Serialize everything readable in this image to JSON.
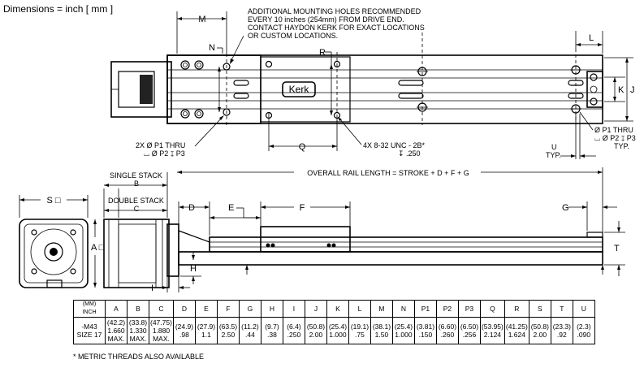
{
  "header": {
    "dimensions_note": "Dimensions = inch [ mm ]"
  },
  "callouts": {
    "mounting_holes": [
      "ADDITIONAL MOUNTING HOLES RECOMMENDED",
      "EVERY 10 inches (254mm) FROM DRIVE END.",
      "CONTACT HAYDON KERK FOR EXACT LOCATIONS",
      "OR CUSTOM LOCATIONS."
    ],
    "thru_hole_left": [
      "2X  Ø P1 THRU",
      "⌴ Ø P2  ↧ P3"
    ],
    "thru_hole_right": [
      "Ø P1 THRU",
      "⌴ Ø P2  ↧ P3",
      "TYP."
    ],
    "tapped_holes": [
      "4X 8-32 UNC - 2B*",
      "↧ .250"
    ],
    "single_stack": [
      "SINGLE STACK",
      "B"
    ],
    "double_stack": [
      "DOUBLE STACK",
      "C"
    ],
    "overall_length": "OVERALL RAIL LENGTH = STROKE + D + F + G",
    "u_typ": [
      "U",
      "TYP."
    ],
    "logo": "Kerk"
  },
  "dim_letters": {
    "M": "M",
    "N": "N",
    "R": "R",
    "Q": "Q",
    "L": "L",
    "J": "J",
    "K": "K",
    "S": "S □",
    "A": "A □",
    "D": "D",
    "E": "E",
    "F": "F",
    "G": "G",
    "H": "H",
    "I": "I",
    "T": "T"
  },
  "table": {
    "header_model_top": "(MM)",
    "header_model_bottom": "INCH",
    "columns": [
      "A",
      "B",
      "C",
      "D",
      "E",
      "F",
      "G",
      "H",
      "I",
      "J",
      "K",
      "L",
      "M",
      "N",
      "P1",
      "P2",
      "P3",
      "Q",
      "R",
      "S",
      "T",
      "U"
    ],
    "model": [
      "-M43",
      "SIZE 17"
    ],
    "mm": [
      "(42.2)",
      "(33.8)",
      "(47.75)",
      "(24.9)",
      "(27.9)",
      "(63.5)",
      "(11.2)",
      "(9.7)",
      "(6.4)",
      "(50.8)",
      "(25.4)",
      "(19.1)",
      "(38.1)",
      "(25.4)",
      "(3.81)",
      "(6.60)",
      "(6.50)",
      "(53.95)",
      "(41.25)",
      "(50.8)",
      "(23.3)",
      "(2.3)"
    ],
    "inch": [
      "1.660",
      "1.330",
      "1.880",
      ".98",
      "1.1",
      "2.50",
      ".44",
      ".38",
      ".250",
      "2.00",
      "1.000",
      ".75",
      "1.50",
      "1.000",
      ".150",
      ".260",
      ".256",
      "2.124",
      "1.624",
      "2.00",
      ".92",
      ".090"
    ],
    "suffix": [
      "MAX.",
      "MAX.",
      "MAX.",
      "",
      "",
      "",
      "",
      "",
      "",
      "",
      "",
      "",
      "",
      "",
      "",
      "",
      "",
      "",
      "",
      "",
      "",
      ""
    ]
  },
  "footnote": "* METRIC THREADS ALSO AVAILABLE"
}
